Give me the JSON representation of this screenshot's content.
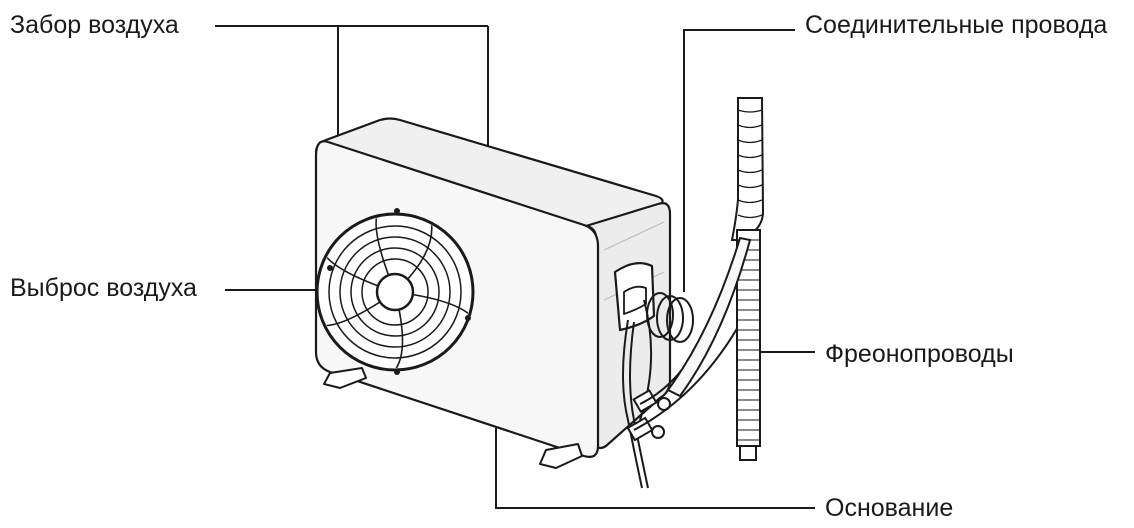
{
  "labels": {
    "air_intake": "Забор воздуха",
    "air_outlet": "Выброс воздуха",
    "connecting_wires": "Соединительные провода",
    "refrigerant_pipes": "Фреонопроводы",
    "base": "Основание"
  },
  "colors": {
    "line": "#1a1a1a",
    "body_fill": "#f2f2f2",
    "front_fill": "#f7f7f7",
    "background": "#ffffff"
  },
  "icons": {
    "unit": "outdoor-ac-unit",
    "fan": "fan-grille-icon",
    "pipe": "refrigerant-pipe-icon"
  }
}
